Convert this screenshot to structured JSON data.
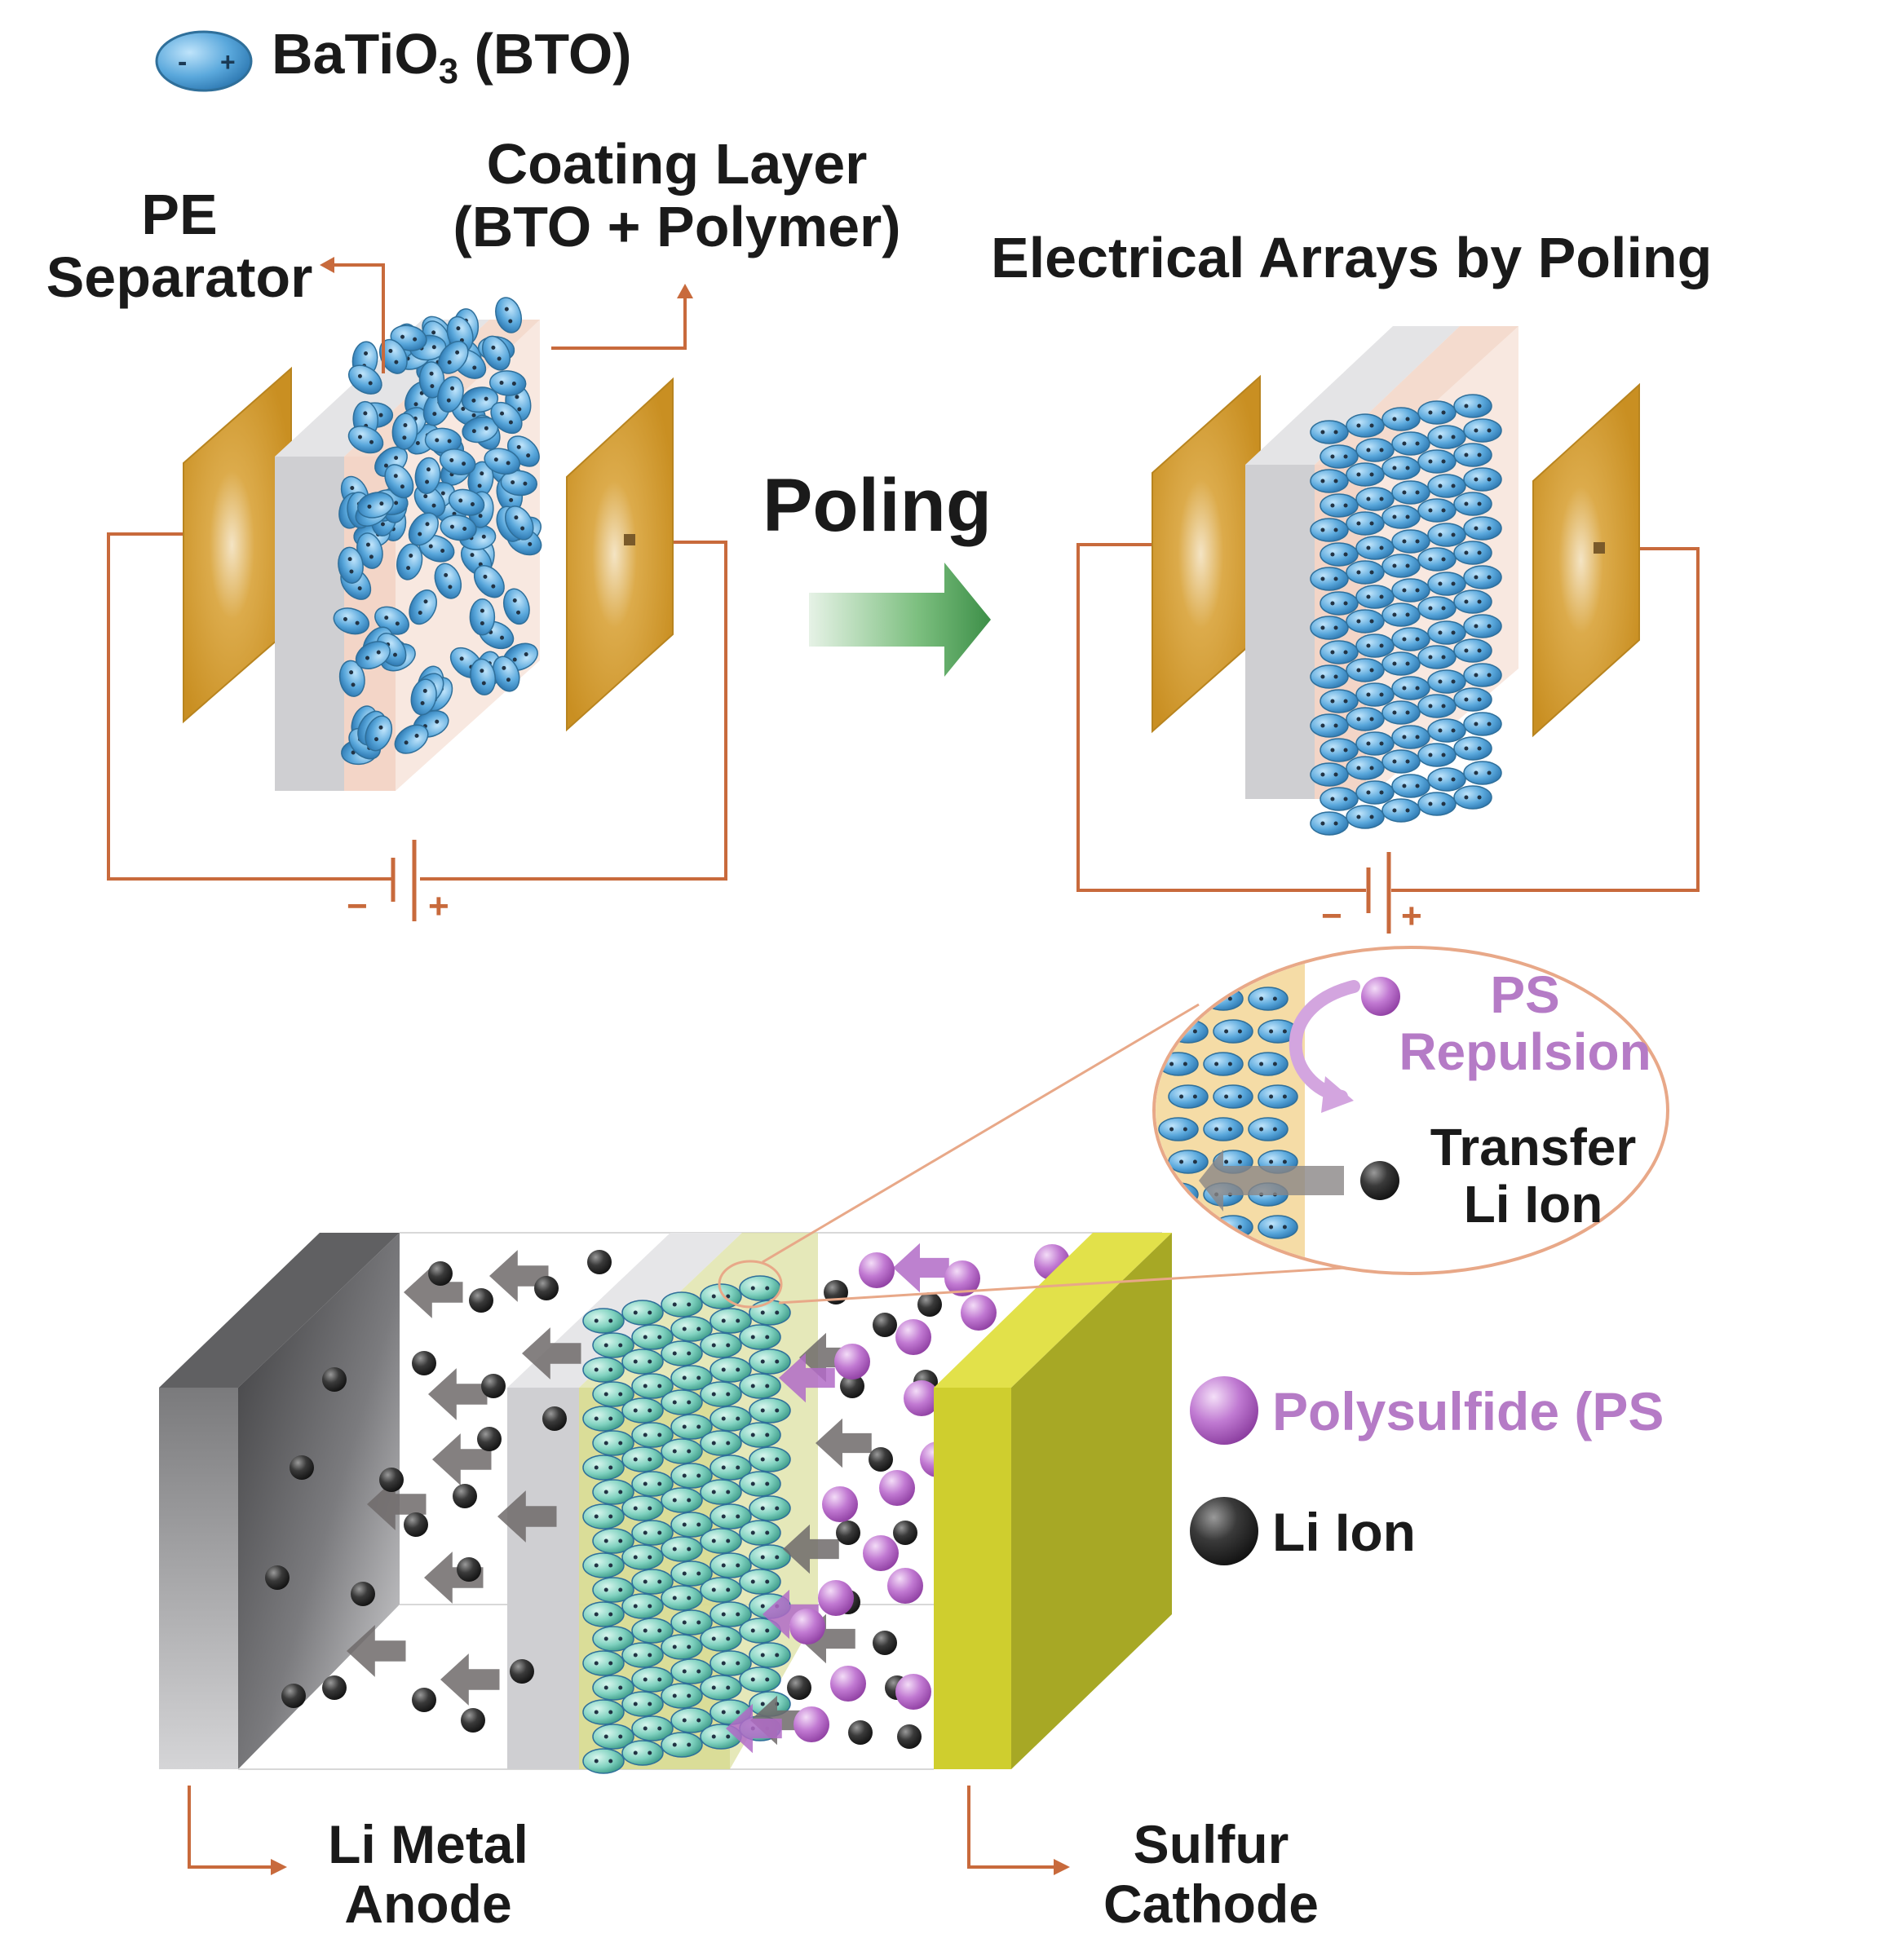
{
  "legend": {
    "bto_label_prefix": "BaTiO",
    "bto_label_subscript": "3",
    "bto_label_suffix": " (BTO)",
    "polysulfide_label": "Polysulfide (PS",
    "li_ion_label": "Li Ion"
  },
  "top_left": {
    "pe_line1": "PE",
    "pe_line2": "Separator",
    "coating_line1": "Coating Layer",
    "coating_line2": "(BTO + Polymer)",
    "battery_minus": "−",
    "battery_plus": "+"
  },
  "process": {
    "poling_label": "Poling"
  },
  "top_right": {
    "title": "Electrical Arrays by  Poling",
    "battery_minus": "−",
    "battery_plus": "+"
  },
  "zoom": {
    "ps_line1": "PS",
    "ps_line2": "Repulsion",
    "transfer_line1": "Transfer",
    "transfer_line2": "Li Ion"
  },
  "bottom": {
    "anode_line1": "Li Metal",
    "anode_line2": "Anode",
    "cathode_line1": "Sulfur",
    "cathode_line2": "Cathode"
  },
  "colors": {
    "electrode_gold": "#d6a233",
    "separator_gray": "#cfcfd1",
    "coating_pink": "#f3d5c7",
    "bto_blue": "#63aee0",
    "bto_teal": "#7fd8c4",
    "wire": "#c86a3c",
    "arrow_green": "#3f9a4b",
    "polysulfide": "#b565c8",
    "li_ion": "#2b2b2b",
    "sulfur_yellow": "#cfce2e"
  }
}
